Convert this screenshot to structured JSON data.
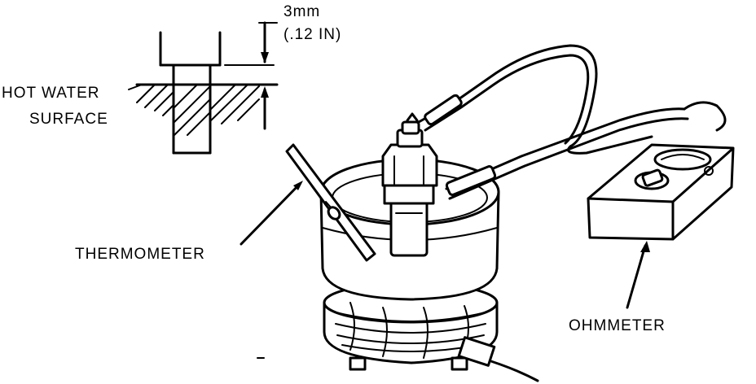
{
  "labels": {
    "dimension_mm": "3mm",
    "dimension_in": "(.12 IN)",
    "hot_water_line1": "HOT WATER",
    "hot_water_line2": "SURFACE",
    "thermometer": "THERMOMETER",
    "ohmmeter": "OHMMETER"
  }
}
